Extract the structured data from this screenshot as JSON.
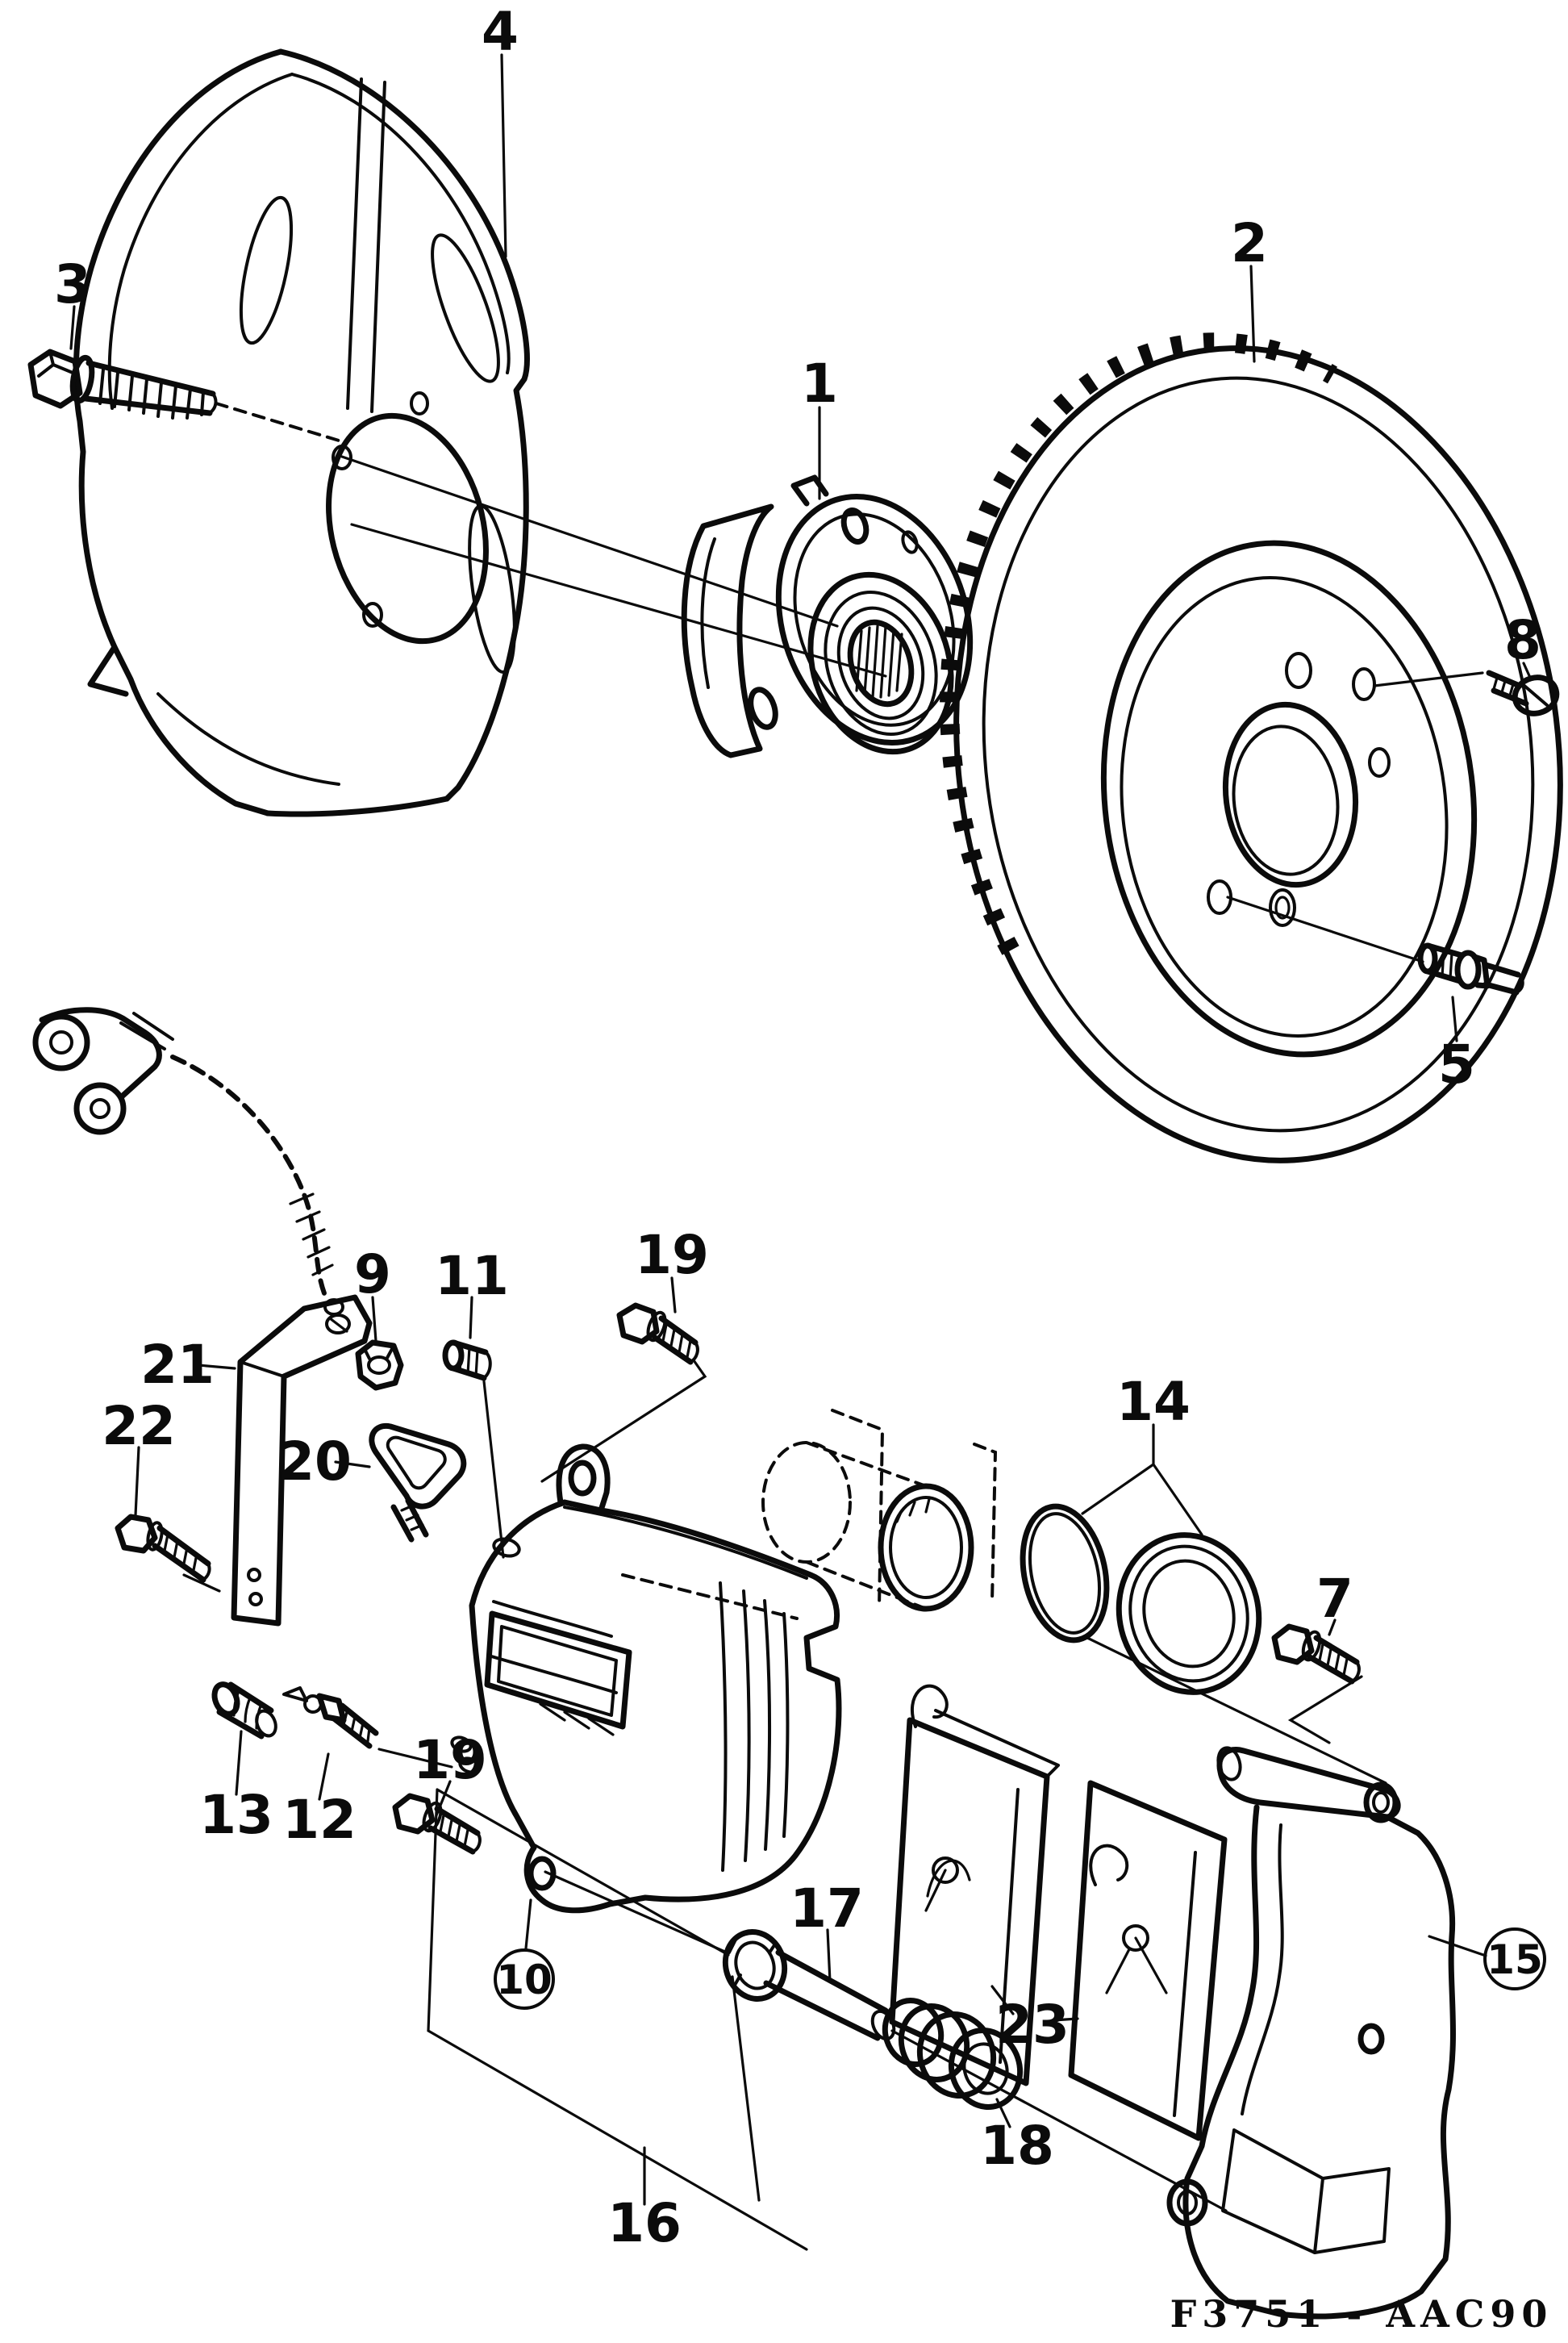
{
  "diagram": {
    "code": "F3751 - AAC90",
    "callouts": [
      {
        "label": "4",
        "part": "splash-shield"
      },
      {
        "label": "3",
        "part": "shield-bolt"
      },
      {
        "label": "1",
        "part": "wheel-hub"
      },
      {
        "label": "2",
        "part": "brake-disc"
      },
      {
        "label": "8",
        "part": "disc-screw"
      },
      {
        "label": "5",
        "part": "wheel-stud"
      },
      {
        "label": "9",
        "part": "hose-nut"
      },
      {
        "label": "11",
        "part": "plug"
      },
      {
        "label": "19",
        "part": "caliper-bolt-upper"
      },
      {
        "label": "21",
        "part": "hose-bracket"
      },
      {
        "label": "22",
        "part": "bracket-bolt"
      },
      {
        "label": "20",
        "part": "hose-lock"
      },
      {
        "label": "14",
        "part": "seal-kit"
      },
      {
        "label": "7",
        "part": "carrier-bolt"
      },
      {
        "label": "13",
        "part": "bleed-cap"
      },
      {
        "label": "12",
        "part": "bleed-nipple"
      },
      {
        "label": "19",
        "part": "caliper-bolt-lower"
      },
      {
        "label": "10",
        "part": "caliper-housing"
      },
      {
        "label": "17",
        "part": "guide-pin"
      },
      {
        "label": "23",
        "part": "brake-pads"
      },
      {
        "label": "18",
        "part": "guide-pin-boot"
      },
      {
        "label": "15",
        "part": "caliper-carrier"
      },
      {
        "label": "16",
        "part": "guide-kit"
      }
    ]
  }
}
